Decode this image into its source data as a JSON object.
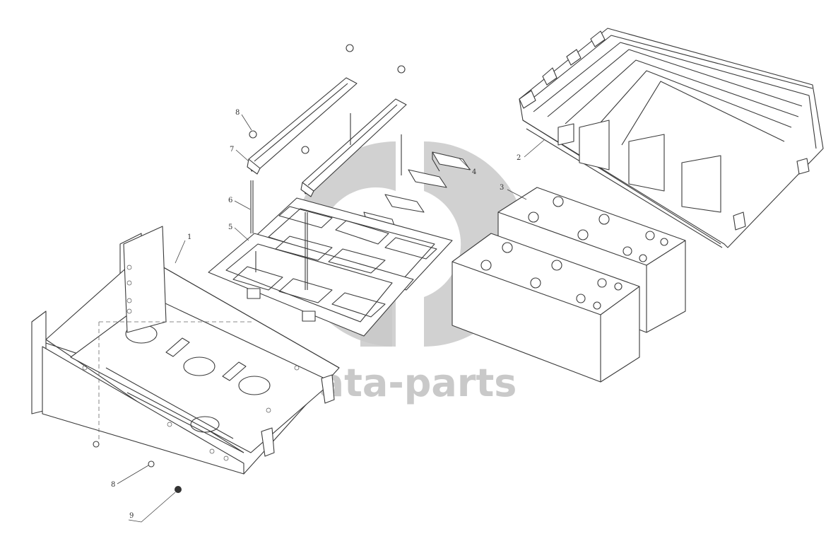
{
  "watermark": {
    "text": "data-parts",
    "color": "#c4c4c4"
  },
  "callouts": {
    "c1": "1",
    "c2": "2",
    "c3": "3",
    "c4": "4",
    "c5": "5",
    "c6": "6",
    "c7": "7",
    "c8_top": "8",
    "c8_bottom": "8",
    "c9": "9"
  }
}
